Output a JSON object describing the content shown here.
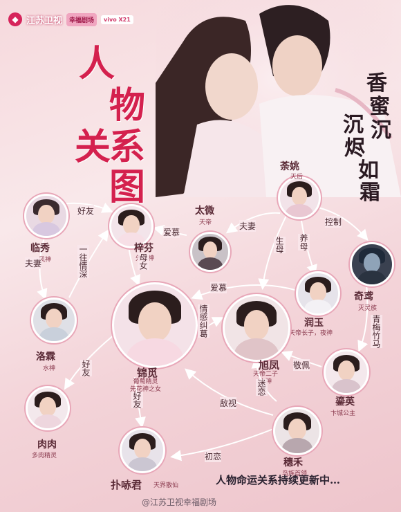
{
  "header": {
    "network_logo_text": "江苏卫视",
    "badge_1": "幸福剧场",
    "badge_2": "vivo X21"
  },
  "title": {
    "chars": [
      "人",
      "物",
      "关",
      "系",
      "图"
    ]
  },
  "show_title": {
    "chars": [
      "香",
      "蜜",
      "沉",
      "沉",
      "烬",
      "如",
      "霜"
    ]
  },
  "nodes": {
    "chayao": {
      "name": "荼姚",
      "desc": "天后"
    },
    "taiwei": {
      "name": "太微",
      "desc": "天帝"
    },
    "linxiu": {
      "name": "临秀",
      "desc": "风神"
    },
    "zifen": {
      "name": "梓芬",
      "desc": "先花神"
    },
    "qiyuan": {
      "name": "奇鸢",
      "desc": "灭灵族"
    },
    "runyu": {
      "name": "润玉",
      "desc": "天帝长子，夜神"
    },
    "luolin": {
      "name": "洛霖",
      "desc": "水神"
    },
    "jinmi": {
      "name": "锦觅",
      "desc": "葡萄精灵\n先花神之女"
    },
    "xufeng": {
      "name": "旭凤",
      "desc": "天帝二子\n火神"
    },
    "luanying": {
      "name": "鎏英",
      "desc": "卞城公主"
    },
    "rourou": {
      "name": "肉肉",
      "desc": "多肉精灵"
    },
    "suihe": {
      "name": "穗禾",
      "desc": "鸟族首领"
    },
    "puchijun": {
      "name": "扑哧君",
      "desc": "天界散仙"
    }
  },
  "relations": {
    "haoyou_top": "好友",
    "aimu_zifen": "爱慕",
    "fuqi_taiwei": "夫妻",
    "kongzhi": "控制",
    "shengmu": "生母",
    "yangmu": "养母",
    "fuqi_linxiu": "夫妻",
    "yiwangqingshen": "一往情深",
    "munv": "母女",
    "aimu_runyu": "爱慕",
    "qinggan_jiuge": "情感纠葛",
    "qingmeizhuma": "青梅竹马",
    "haoyou_rourou": "好友",
    "jingpei": "敬佩",
    "milian": "迷恋",
    "dishi": "敌视",
    "haoyou_puchi": "好友",
    "chulian": "初恋"
  },
  "footer": {
    "text": "人物命运关系持续更新中…",
    "watermark": "@江苏卫视幸福剧场"
  },
  "colors": {
    "accent": "#d4214e",
    "link": "#ffffff",
    "background": "#f6d9dd"
  }
}
